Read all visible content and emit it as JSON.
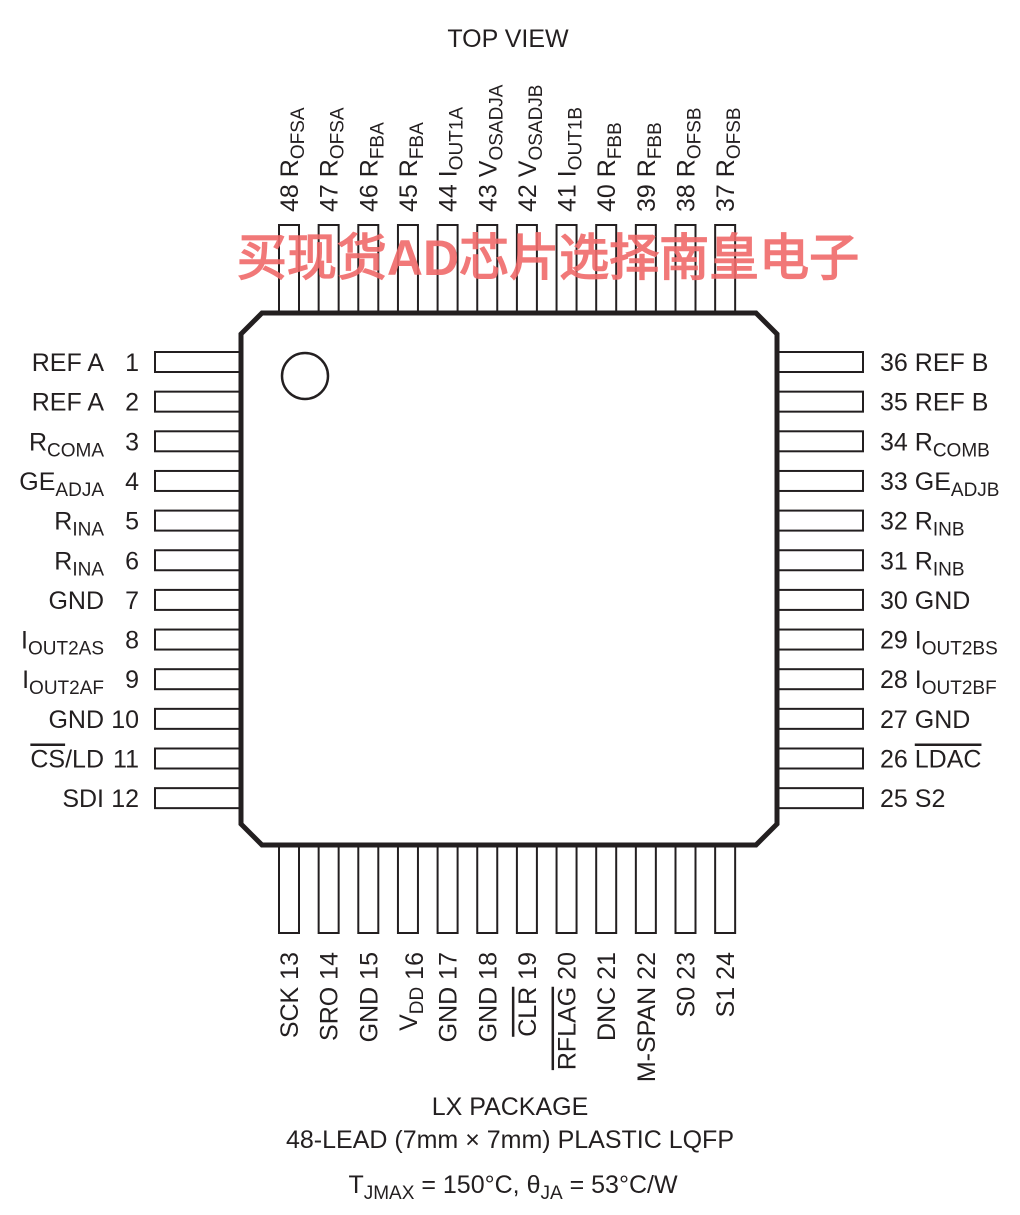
{
  "title": "TOP VIEW",
  "watermark": "买现货AD芯片选择南皇电子",
  "package": {
    "line1": "LX PACKAGE",
    "line2": "48-LEAD (7mm × 7mm) PLASTIC LQFP",
    "thermal": {
      "t": "T",
      "t_sub": "JMAX",
      "t_val": " = 150°C, ",
      "theta": "θ",
      "theta_sub": "JA",
      "theta_val": " = 53°C/W"
    }
  },
  "pins": {
    "left": [
      {
        "num": "1",
        "name": "REF A"
      },
      {
        "num": "2",
        "name": "REF A"
      },
      {
        "num": "3",
        "name": "R",
        "sub": "COMA"
      },
      {
        "num": "4",
        "name": "GE",
        "sub": "ADJA"
      },
      {
        "num": "5",
        "name": "R",
        "sub": "INA"
      },
      {
        "num": "6",
        "name": "R",
        "sub": "INA"
      },
      {
        "num": "7",
        "name": "GND"
      },
      {
        "num": "8",
        "name": "I",
        "sub": "OUT2AS"
      },
      {
        "num": "9",
        "name": "I",
        "sub": "OUT2AF"
      },
      {
        "num": "10",
        "name": "GND"
      },
      {
        "num": "11",
        "name": "CS",
        "overline": true,
        "suffix": "/LD"
      },
      {
        "num": "12",
        "name": "SDI"
      }
    ],
    "bottom": [
      {
        "num": "13",
        "name": "SCK"
      },
      {
        "num": "14",
        "name": "SRO"
      },
      {
        "num": "15",
        "name": "GND"
      },
      {
        "num": "16",
        "name": "V",
        "sub": "DD"
      },
      {
        "num": "17",
        "name": "GND"
      },
      {
        "num": "18",
        "name": "GND"
      },
      {
        "num": "19",
        "name": "CLR",
        "overline": true
      },
      {
        "num": "20",
        "name": "RFLAG",
        "overline": true
      },
      {
        "num": "21",
        "name": "DNC"
      },
      {
        "num": "22",
        "name": "M-SPAN"
      },
      {
        "num": "23",
        "name": "S0"
      },
      {
        "num": "24",
        "name": "S1"
      }
    ],
    "right": [
      {
        "num": "36",
        "name": "REF B"
      },
      {
        "num": "35",
        "name": "REF B"
      },
      {
        "num": "34",
        "name": "R",
        "sub": "COMB"
      },
      {
        "num": "33",
        "name": "GE",
        "sub": "ADJB"
      },
      {
        "num": "32",
        "name": "R",
        "sub": "INB"
      },
      {
        "num": "31",
        "name": "R",
        "sub": "INB"
      },
      {
        "num": "30",
        "name": "GND"
      },
      {
        "num": "29",
        "name": "I",
        "sub": "OUT2BS"
      },
      {
        "num": "28",
        "name": "I",
        "sub": "OUT2BF"
      },
      {
        "num": "27",
        "name": "GND"
      },
      {
        "num": "26",
        "name": "LDAC",
        "overline": true
      },
      {
        "num": "25",
        "name": "S2"
      }
    ],
    "top": [
      {
        "num": "48",
        "name": "R",
        "sub": "OFSA"
      },
      {
        "num": "47",
        "name": "R",
        "sub": "OFSA"
      },
      {
        "num": "46",
        "name": "R",
        "sub": "FBA"
      },
      {
        "num": "45",
        "name": "R",
        "sub": "FBA"
      },
      {
        "num": "44",
        "name": "I",
        "sub": "OUT1A"
      },
      {
        "num": "43",
        "name": "V",
        "sub": "OSADJA"
      },
      {
        "num": "42",
        "name": "V",
        "sub": "OSADJB"
      },
      {
        "num": "41",
        "name": "I",
        "sub": "OUT1B"
      },
      {
        "num": "40",
        "name": "R",
        "sub": "FBB"
      },
      {
        "num": "39",
        "name": "R",
        "sub": "FBB"
      },
      {
        "num": "38",
        "name": "R",
        "sub": "OFSB"
      },
      {
        "num": "37",
        "name": "R",
        "sub": "OFSB"
      }
    ]
  }
}
